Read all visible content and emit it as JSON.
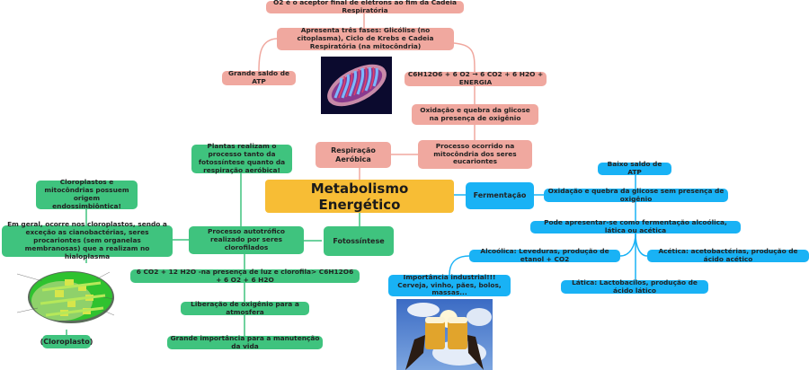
{
  "central": {
    "label": "Metabolismo Energético",
    "color": "#f7bd35"
  },
  "colors": {
    "respiration": "#f0a89f",
    "photosynthesis": "#3fc37e",
    "fermentation": "#19b2f5"
  },
  "respiration": {
    "title": "Respiração Aeróbica",
    "nodes": {
      "process_location": "Processo ocorrido na mitocôndria dos seres eucariontes",
      "oxidation": "Oxidação e quebra da glicose na presença de oxigênio",
      "equation": "C6H12O6 + 6 O2 → 6 CO2 + 6 H2O + ENERGIA",
      "phases": "Apresenta três fases: Glicólise (no citoplasma), Ciclo de Krebs e Cadeia Respiratória (na mitocôndria)",
      "o2_acceptor": "O2 é o aceptor final de elétrons ao fim da Cadeia Respiratória",
      "atp": "Grande saldo de ATP"
    },
    "image": "mitochondria-image"
  },
  "photosynthesis": {
    "title": "Fotossíntese",
    "nodes": {
      "autotrophic": "Processo autotrófico realizado por seres clorofilados",
      "plants": "Plantas realizam o processo tanto da fotossíntese quanto da respiração aeróbica!",
      "chloroplasts": "Em geral, ocorre nos cloroplastos, sendo a exceção as cianobactérias, seres procariontes (sem organelas membranosas) que a realizam no hialoplasma",
      "endosymbiotic": "Cloroplastos e mitocôndrias possuem origem endossimbiôntica!",
      "chloroplast_caption": "(Cloroplasto)",
      "equation": "6 CO2 + 12 H2O -na presença de luz e clorofila> C6H12O6 + 6 O2 + 6 H2O",
      "oxygen": "Liberação de oxigênio para a atmosfera",
      "importance": "Grande importância para a manutenção da vida"
    },
    "image": "chloroplast-image"
  },
  "fermentation": {
    "title": "Fermentação",
    "nodes": {
      "oxidation": "Oxidação e quebra da glicose sem presença de oxigênio",
      "atp": "Baixo saldo de ATP",
      "types": "Pode apresentar-se como fermentação alcoólica, lática ou acética",
      "alcoholic": "Alcoólica: Leveduras, produção de etanol + CO2",
      "acetic": "Acética: acetobactérias, produção de ácido acético",
      "lactic": "Lática: Lactobacilos, produção de ácido lático",
      "industrial": "Importância industrial!!! Cerveja, vinho, pães, bolos, massas..."
    },
    "image": "beer-mugs-image"
  }
}
